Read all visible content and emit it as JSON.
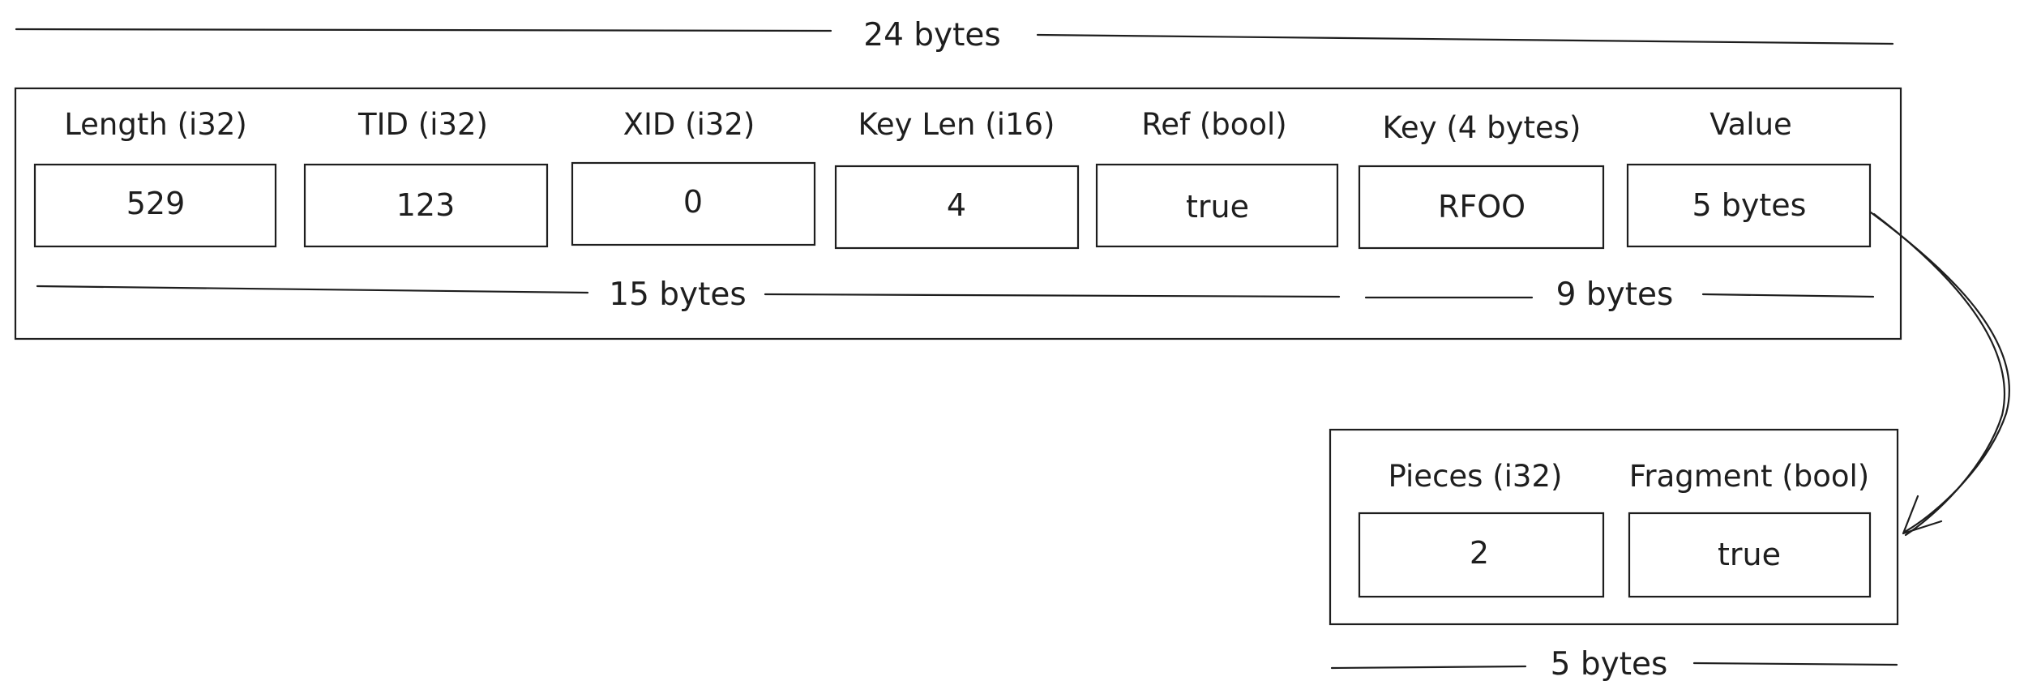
{
  "accent_color": "#3b4fc4",
  "ink_color": "#1e1e1e",
  "top_measure": "24 bytes",
  "header_fields": [
    {
      "label": "Length (i32)",
      "value": "529",
      "accent": false
    },
    {
      "label": "TID (i32)",
      "value": "123",
      "accent": false
    },
    {
      "label": "XID (i32)",
      "value": "0",
      "accent": false
    },
    {
      "label": "Key Len (i16)",
      "value": "4",
      "accent": false
    },
    {
      "label": "Ref (bool)",
      "value": "true",
      "accent": true
    },
    {
      "label": "Key (4 bytes)",
      "value": "RFOO",
      "accent": false
    },
    {
      "label": "Value",
      "value": "5 bytes",
      "accent": true
    }
  ],
  "header_measures": {
    "left": "15 bytes",
    "right": "9 bytes"
  },
  "value_fields": [
    {
      "label": "Pieces (i32)",
      "value": "2"
    },
    {
      "label": "Fragment (bool)",
      "value": "true"
    }
  ],
  "value_measure": "5 bytes"
}
